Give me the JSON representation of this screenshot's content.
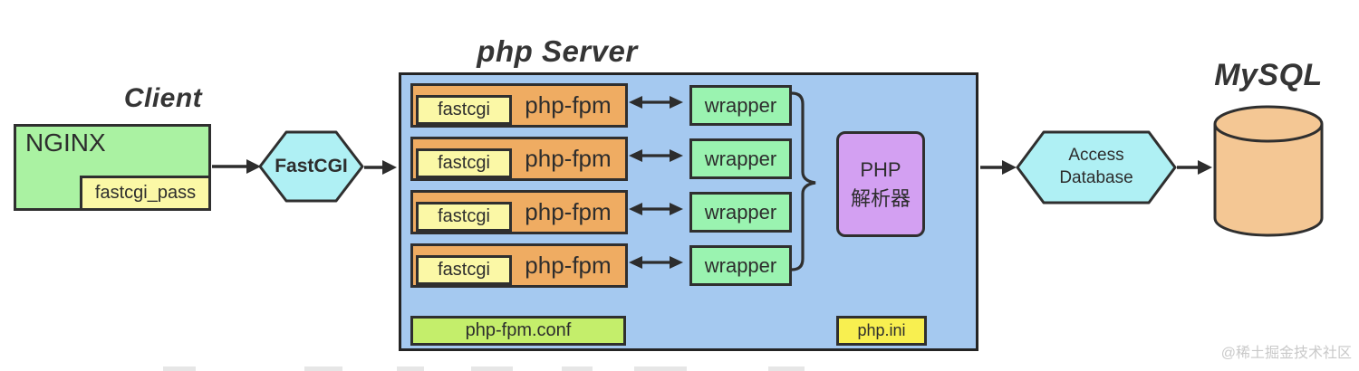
{
  "diagram": {
    "client_title": "Client",
    "server_title": "php Server",
    "mysql_title": "MySQL",
    "nginx": {
      "label": "NGINX",
      "sub_label": "fastcgi_pass"
    },
    "fastcgi": {
      "label": "FastCGI"
    },
    "server": {
      "workers": [
        {
          "module": "fastcgi",
          "process": "php-fpm",
          "wrapper": "wrapper"
        },
        {
          "module": "fastcgi",
          "process": "php-fpm",
          "wrapper": "wrapper"
        },
        {
          "module": "fastcgi",
          "process": "php-fpm",
          "wrapper": "wrapper"
        },
        {
          "module": "fastcgi",
          "process": "php-fpm",
          "wrapper": "wrapper"
        }
      ],
      "parser_line1": "PHP",
      "parser_line2": "解析器",
      "conf": "php-fpm.conf",
      "ini": "php.ini"
    },
    "access": {
      "line1": "Access",
      "line2": "Database"
    },
    "watermark": "@稀土掘金技术社区"
  },
  "colors": {
    "panel_blue": "#a5c9f0",
    "nginx_green": "#aaf2a2",
    "pale_yellow": "#fbf8a6",
    "hexagon_cyan": "#aff0f4",
    "fpm_orange": "#efac62",
    "wrapper_green": "#9af3b0",
    "parser_purple": "#d3a0f2",
    "conf_green": "#c4ee6b",
    "ini_yellow": "#f8ef50",
    "db_tan": "#f4c794",
    "stroke_dark": "#2f2f2f",
    "watermark_gray": "#c9c9c9"
  }
}
